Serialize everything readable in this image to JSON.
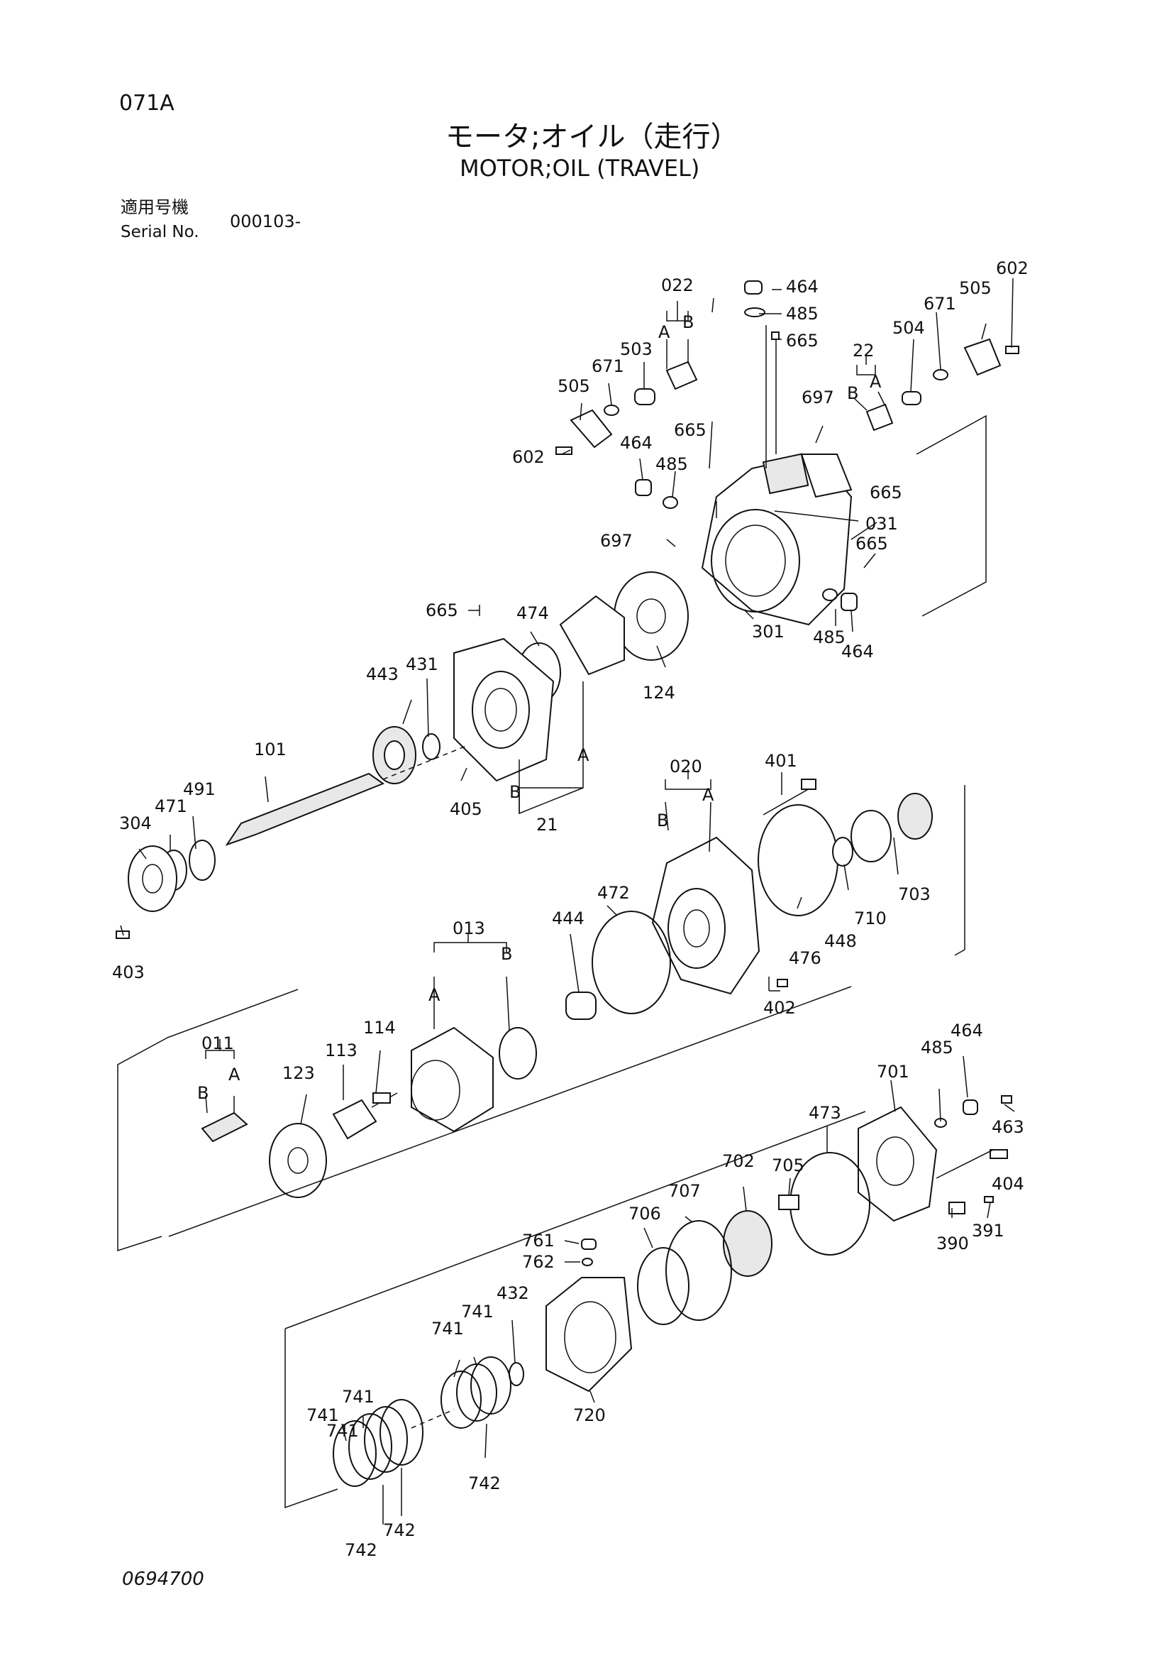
{
  "header": {
    "page_code": "071A",
    "title_jp": "モータ;オイル（走行）",
    "title_en": "MOTOR;OIL (TRAVEL)",
    "serial_label_jp": "適用号機",
    "serial_label_en": "Serial No.",
    "serial_value": "000103-"
  },
  "footer": {
    "drawing_number": "0694700"
  },
  "callouts": [
    "022",
    "A",
    "B",
    "464",
    "485",
    "665",
    "22",
    "B",
    "A",
    "602",
    "505",
    "671",
    "504",
    "503",
    "671",
    "505",
    "697",
    "602",
    "665",
    "464",
    "485",
    "665",
    "031",
    "697",
    "665",
    "301",
    "485",
    "464",
    "665",
    "474",
    "124",
    "443",
    "431",
    "101",
    "A",
    "B",
    "405",
    "21",
    "491",
    "471",
    "304",
    "403",
    "020",
    "B",
    "A",
    "401",
    "703",
    "710",
    "448",
    "476",
    "402",
    "013",
    "A",
    "B",
    "444",
    "472",
    "114",
    "113",
    "011",
    "B",
    "A",
    "123",
    "464",
    "485",
    "701",
    "463",
    "404",
    "391",
    "390",
    "705",
    "473",
    "702",
    "707",
    "706",
    "761",
    "762",
    "432",
    "741",
    "741",
    "720",
    "741",
    "741",
    "741",
    "742",
    "742",
    "742"
  ]
}
